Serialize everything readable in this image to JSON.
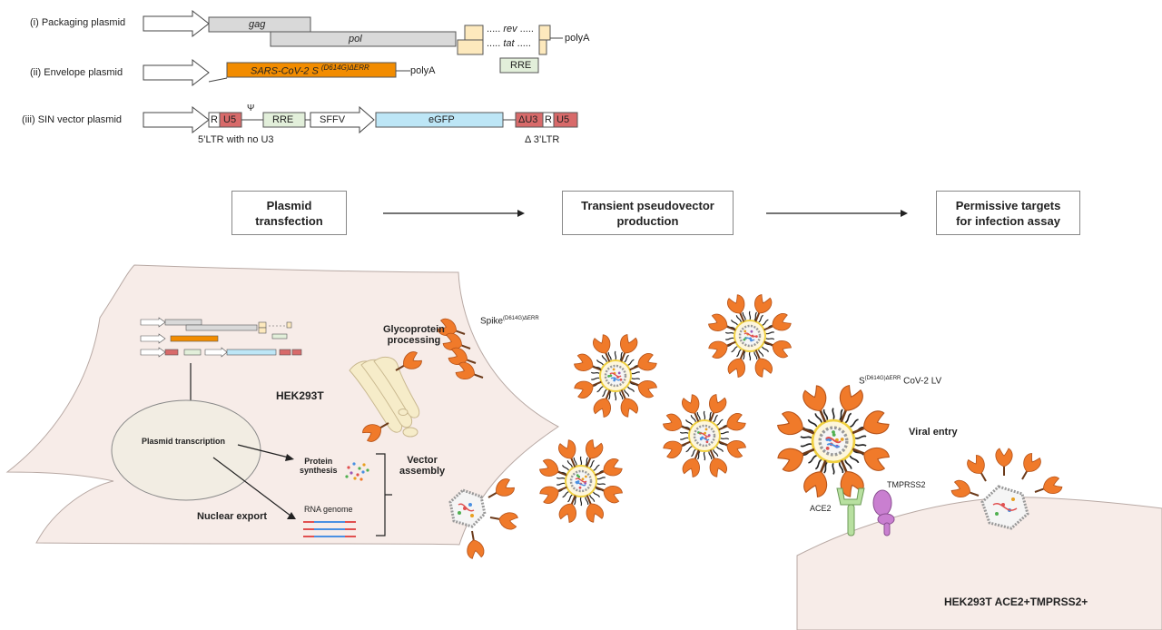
{
  "plasmids": {
    "packaging": {
      "label": "(i) Packaging plasmid",
      "gag": "gag",
      "pol": "pol",
      "rev": "rev",
      "tat": "tat",
      "polyA": "polyA",
      "rre": "RRE"
    },
    "envelope": {
      "label": "(ii) Envelope plasmid",
      "spike": "SARS-CoV-2 S",
      "spike_sup": "(D614G)ΔERR",
      "polyA": "polyA"
    },
    "sin": {
      "label": "(iii) SIN vector plasmid",
      "r": "R",
      "u5": "U5",
      "psi": "Ψ",
      "rre": "RRE",
      "sffv": "SFFV",
      "egfp": "eGFP",
      "du3": "ΔU3",
      "r2": "R",
      "u5b": "U5",
      "ltr5": "5’LTR with no U3",
      "ltr3": "Δ 3’LTR"
    }
  },
  "steps": [
    {
      "label": "Plasmid\ntransfection"
    },
    {
      "label": "Transient pseudovector\nproduction"
    },
    {
      "label": "Permissive targets\nfor infection assay"
    }
  ],
  "cell": {
    "name": "HEK293T",
    "plasmid_transcription": "Plasmid transcription",
    "protein_synthesis": "Protein\nsynthesis",
    "rna_genome": "RNA genome",
    "nuclear_export": "Nuclear export",
    "vector_assembly": "Vector\nassembly",
    "glycoprotein": "Glycoprotein\nprocessing",
    "spike": "Spike",
    "spike_sup": "(D614G)ΔERR"
  },
  "target": {
    "lv_label": "S",
    "lv_sup": "(D614G)ΔERR",
    "lv_suffix": " CoV-2 LV",
    "viral_entry": "Viral entry",
    "tmprss2": "TMPRSS2",
    "ace2": "ACE2",
    "cell_name": "HEK293T ACE2+TMPRSS2+"
  },
  "colors": {
    "gag": "#d9d9d9",
    "spike_gene": "#f28c00",
    "ltr": "#d86a6a",
    "rre": "#e2efda",
    "egfp": "#bde6f6",
    "rev_tat": "#fde9bd",
    "cell": "#f7ece8",
    "nucleus": "#f2ede3",
    "spike": "#f07a2a",
    "tmprss2": "#c97fd0",
    "ace2": "#b8e0a0"
  }
}
